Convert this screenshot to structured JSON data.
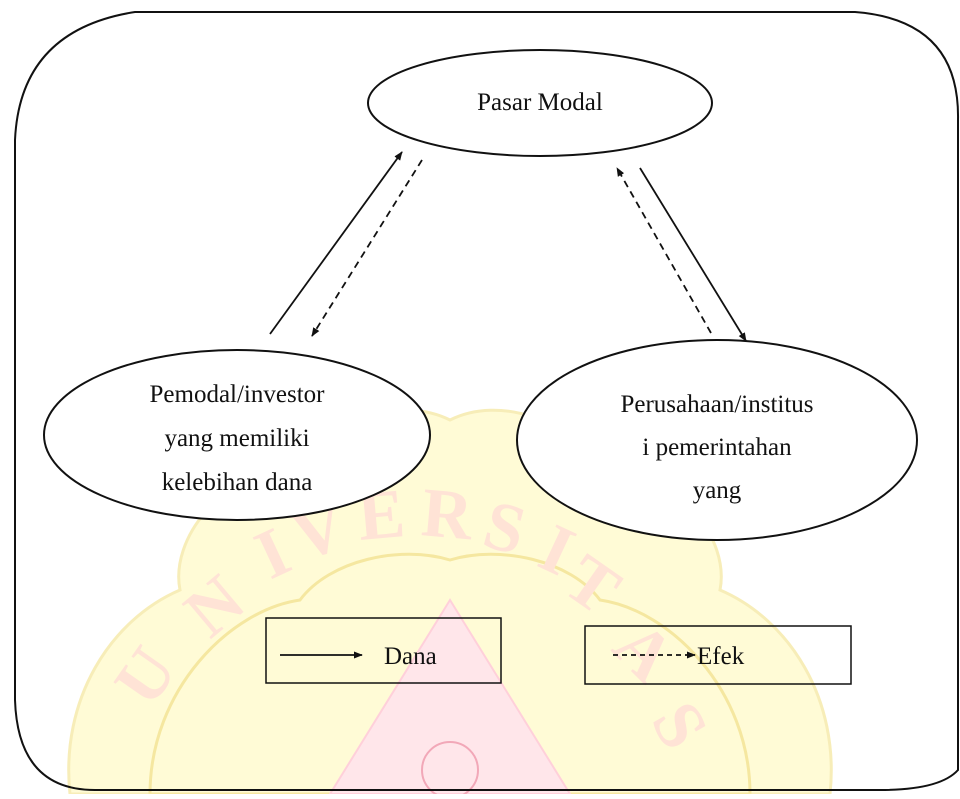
{
  "nodes": {
    "market": {
      "lines": [
        "Pasar Modal"
      ]
    },
    "investor": {
      "lines": [
        "Pemodal/investor",
        "yang memiliki",
        "kelebihan dana"
      ]
    },
    "company": {
      "lines": [
        "Perusahaan/institus",
        "i pemerintahan",
        "yang"
      ]
    }
  },
  "legend": {
    "dana_label": "Dana",
    "efek_label": "Efek"
  },
  "watermark": {
    "text": "UNIVERSITAS",
    "petal_color": "#fff6b0",
    "outline_color": "#f5e7a0",
    "letter_color": "#ffd3c4",
    "center_color": "#ffc8d8"
  },
  "colors": {
    "line": "#111111",
    "background": "#ffffff"
  }
}
